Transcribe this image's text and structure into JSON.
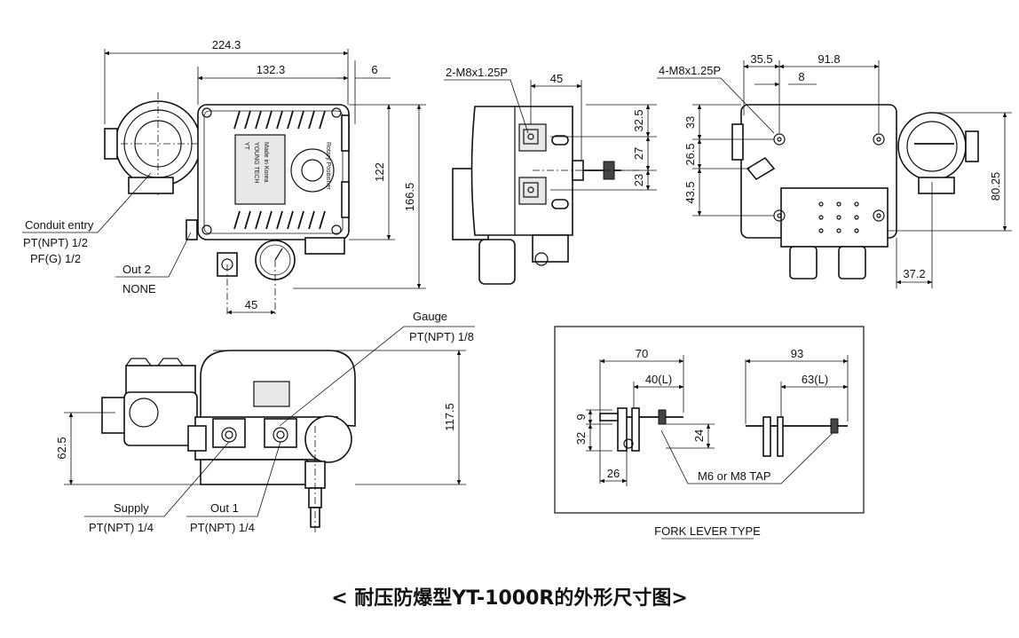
{
  "caption": "< 耐压防爆型YT-1000R的外形尺寸图>",
  "front_view": {
    "dims": {
      "overall_width": "224.3",
      "body_width": "132.3",
      "side_offset": "6",
      "height_body": "122",
      "height_total": "166.5",
      "port_spacing": "45"
    },
    "labels": {
      "conduit_entry": "Conduit entry",
      "conduit_pt": "PT(NPT) 1/2",
      "conduit_pf": "PF(G) 1/2",
      "out2": "Out 2",
      "out2_val": "NONE"
    },
    "nameplate": {
      "brand": "YT",
      "company": "YOUNG TECH",
      "product": "Rotary Positioner",
      "made_in": "Made in Korea"
    }
  },
  "side_view": {
    "labels": {
      "thread": "2-M8x1.25P"
    },
    "dims": {
      "hole_spacing": "45",
      "d_top": "32.5",
      "d_mid": "27",
      "d_bot": "23"
    }
  },
  "rear_view": {
    "labels": {
      "thread": "4-M8x1.25P"
    },
    "dims": {
      "offset_left": "35.5",
      "width": "91.8",
      "small_offset": "8",
      "d_top": "33",
      "d_mid": "26.5",
      "d_bot": "43.5",
      "height_right": "80.25",
      "bottom_offset": "37.2"
    }
  },
  "bottom_view": {
    "labels": {
      "gauge": "Gauge",
      "gauge_pt": "PT(NPT) 1/8",
      "supply": "Supply",
      "supply_pt": "PT(NPT) 1/4",
      "out1": "Out 1",
      "out1_pt": "PT(NPT) 1/4"
    },
    "dims": {
      "height_total": "117.5",
      "height_low": "62.5"
    }
  },
  "fork_lever": {
    "title": "FORK LEVER TYPE",
    "dims": {
      "left_total": "70",
      "left_l": "40(L)",
      "left_9": "9",
      "left_32": "32",
      "left_24": "24",
      "left_26": "26",
      "right_total": "93",
      "right_l": "63(L)"
    },
    "labels": {
      "tap": "M6 or M8 TAP"
    }
  }
}
